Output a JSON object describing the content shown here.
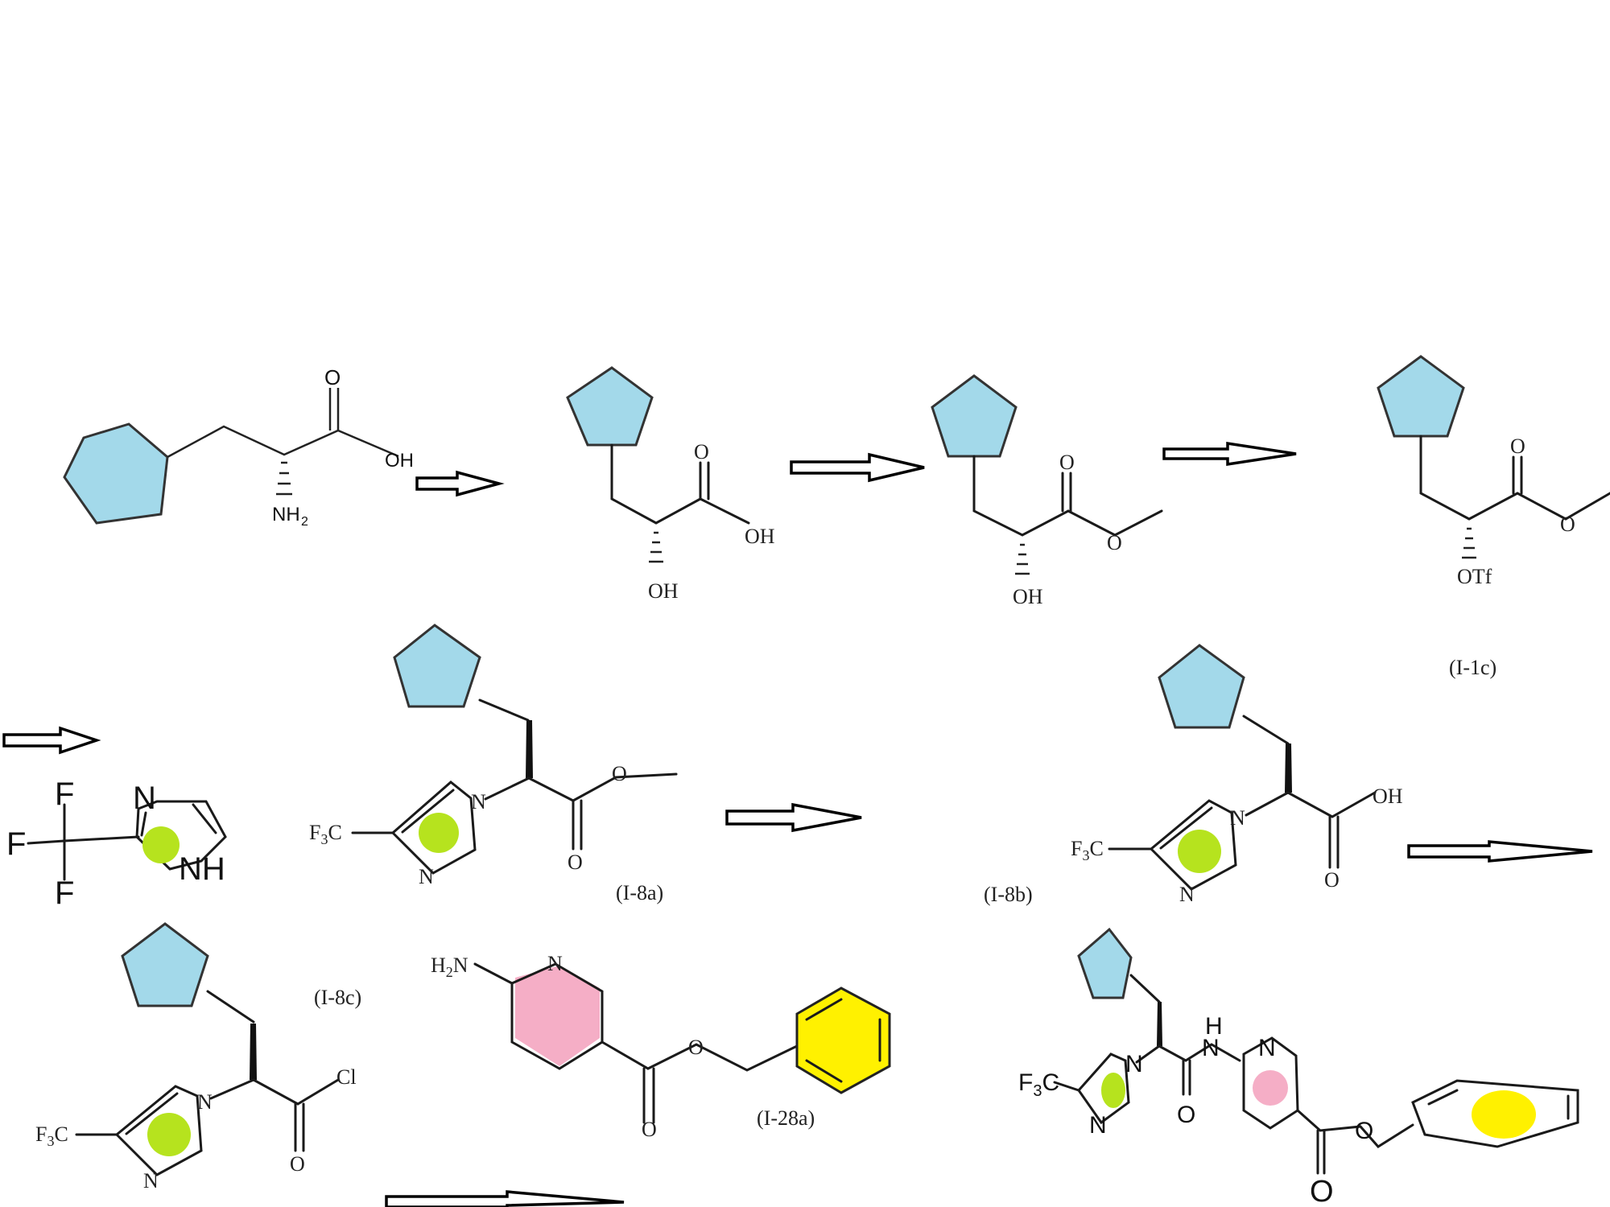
{
  "colors": {
    "cyclopentyl": "#a3d9ea",
    "imidazole": "#b6e31e",
    "pyridine": "#f5aec6",
    "benzene": "#fff100"
  },
  "atoms": {
    "oh": "OH",
    "nh2": "NH",
    "nh2_sub": "2",
    "o": "O",
    "otf": "OTf",
    "n": "N",
    "nh": "NH",
    "h": "H",
    "f": "F",
    "f3c": "F",
    "f3c_sub": "3",
    "f3c_c": "C",
    "cl": "Cl",
    "h2n": "H",
    "h2n_sub": "2",
    "h2n_n": "N"
  },
  "compounds": {
    "i1c": "(I-1c)",
    "i8a": "(I-8a)",
    "i8b": "(I-8b)",
    "i8c": "(I-8c)",
    "i28a": "(I-28a)"
  }
}
